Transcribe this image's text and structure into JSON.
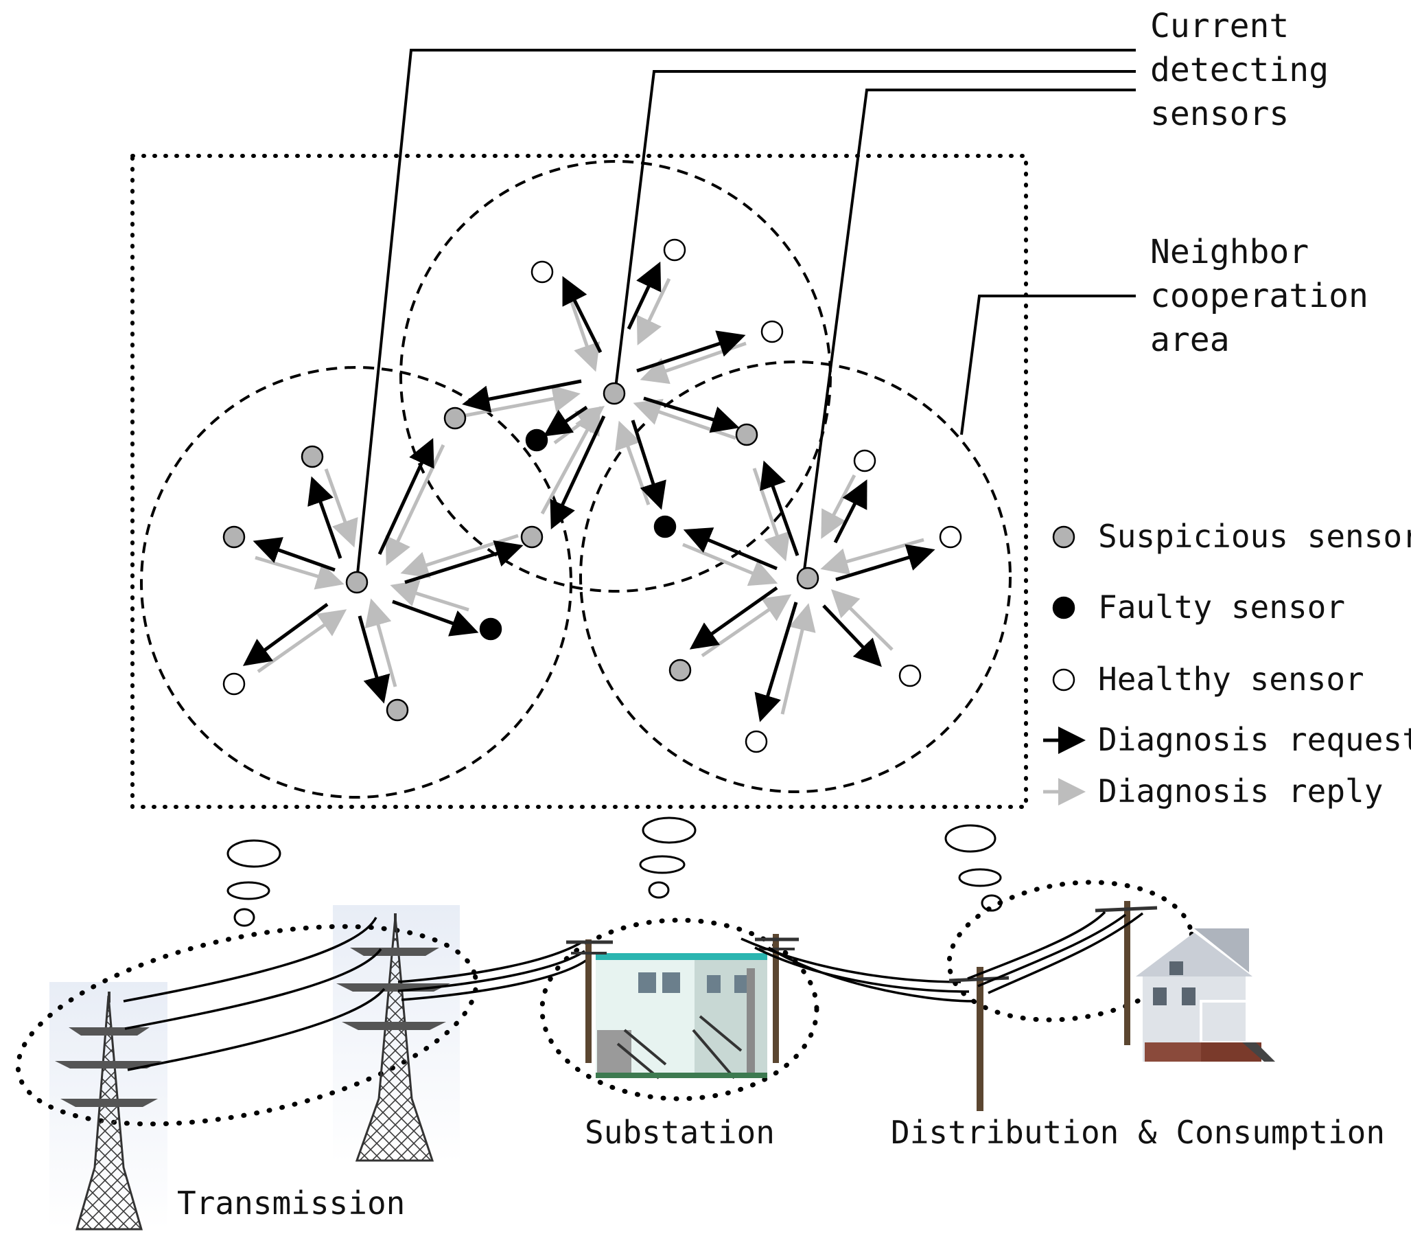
{
  "callouts": {
    "sensors_label": [
      "Current",
      "detecting",
      "sensors"
    ],
    "area_label": [
      "Neighbor",
      "cooperation",
      "area"
    ]
  },
  "legend": [
    {
      "label": "Suspicious sensor",
      "icon": "gray-circle-icon"
    },
    {
      "label": "Faulty sensor",
      "icon": "black-circle-icon"
    },
    {
      "label": "Healthy sensor",
      "icon": "white-circle-icon"
    },
    {
      "label": "Diagnosis request",
      "icon": "black-arrow-icon"
    },
    {
      "label": "Diagnosis reply",
      "icon": "gray-arrow-icon"
    }
  ],
  "sections": {
    "transmission": "Transmission",
    "substation": "Substation",
    "distribution": "Distribution & Consumption"
  },
  "colors": {
    "suspicious": "#b3b3b3",
    "faulty": "#000000",
    "healthy": "#ffffff",
    "request_arrow": "#000000",
    "reply_arrow": "#bdbdbd"
  }
}
